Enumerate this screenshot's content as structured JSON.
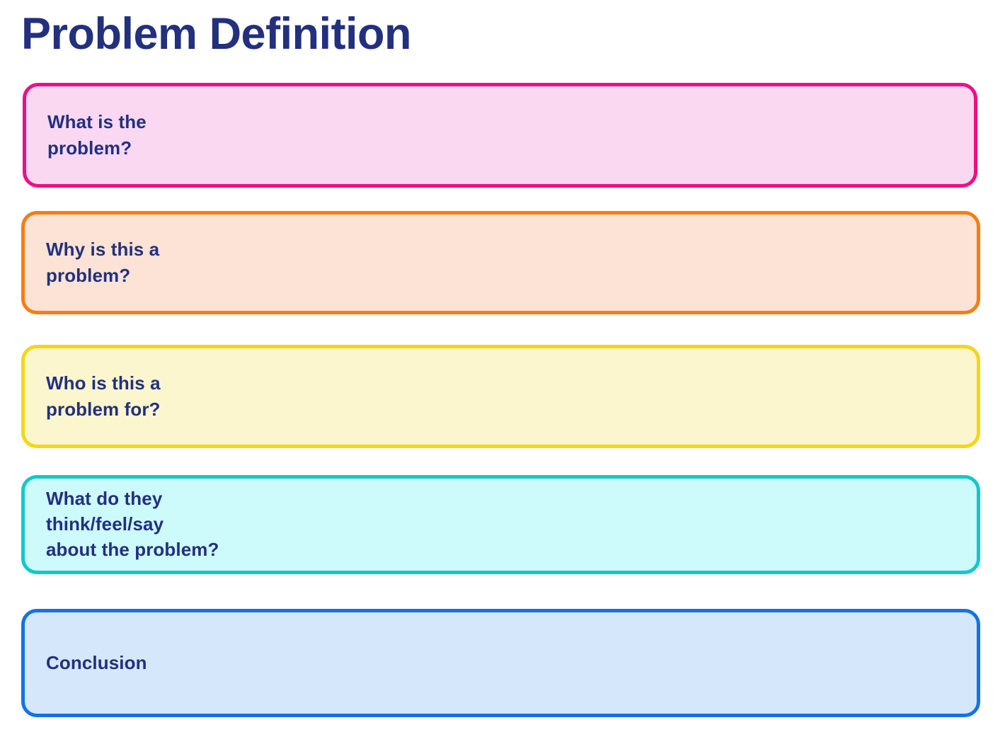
{
  "page": {
    "title": "Problem Definition",
    "background_color": "#FFFFFF",
    "text_color": "#22307E"
  },
  "sections": [
    {
      "id": "what-is-the-problem",
      "label": "What is the\nproblem?",
      "border_color": "#EC1183",
      "fill_color": "#FBD8F1"
    },
    {
      "id": "why-is-this-a-problem",
      "label": "Why is this a\nproblem?",
      "border_color": "#F57E14",
      "fill_color": "#FCE3D5"
    },
    {
      "id": "who-is-this-a-problem-for",
      "label": "Who is this a\nproblem for?",
      "border_color": "#F5D618",
      "fill_color": "#FBF6CE"
    },
    {
      "id": "what-do-they-think-feel-say",
      "label": "What do they\nthink/feel/say\nabout the problem?",
      "border_color": "#12C9C9",
      "fill_color": "#CDFAFA"
    },
    {
      "id": "conclusion",
      "label": "Conclusion",
      "border_color": "#1373E6",
      "fill_color": "#D5E7FB"
    }
  ]
}
